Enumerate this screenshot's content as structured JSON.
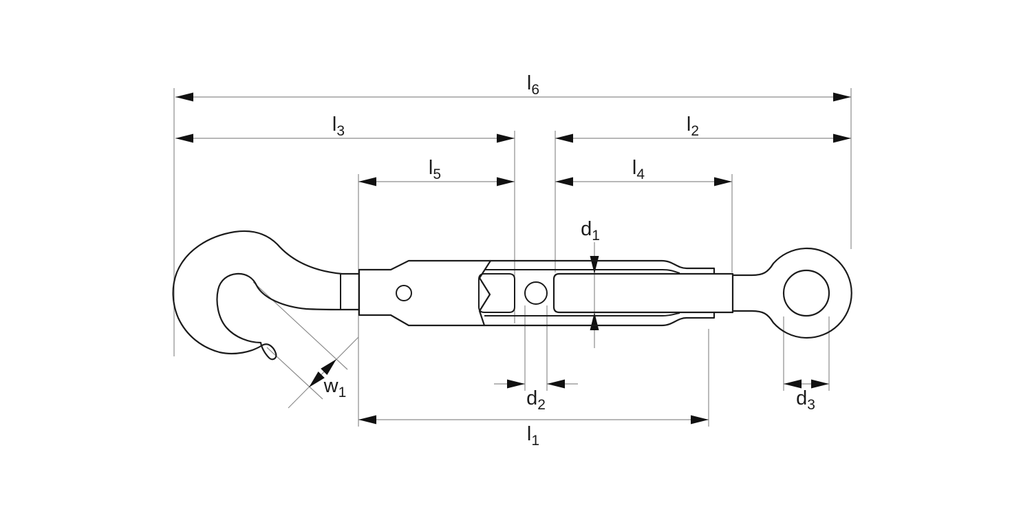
{
  "figure": {
    "type": "technical-drawing",
    "subject": "turnbuckle with hook and eye",
    "colors": {
      "background": "#ffffff",
      "outline": "#1b1b1b",
      "dimension": "#8c8c8c",
      "arrow": "#111111",
      "label": "#1b1b1b"
    }
  },
  "labels": {
    "l6": {
      "letter": "l",
      "sub": "6"
    },
    "l3": {
      "letter": "l",
      "sub": "3"
    },
    "l2": {
      "letter": "l",
      "sub": "2"
    },
    "l5": {
      "letter": "l",
      "sub": "5"
    },
    "l4": {
      "letter": "l",
      "sub": "4"
    },
    "l1": {
      "letter": "l",
      "sub": "1"
    },
    "d1": {
      "letter": "d",
      "sub": "1"
    },
    "d2": {
      "letter": "d",
      "sub": "2"
    },
    "d3": {
      "letter": "d",
      "sub": "3"
    },
    "w1": {
      "letter": "w",
      "sub": "1"
    }
  }
}
